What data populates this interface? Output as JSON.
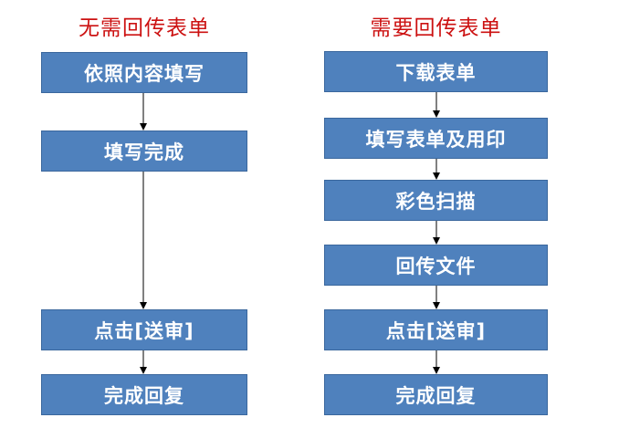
{
  "left_column": {
    "title": "无需回传表单",
    "steps": [
      "依照内容填写",
      "填写完成",
      "点击[送审]",
      "完成回复"
    ]
  },
  "right_column": {
    "title": "需要回传表单",
    "steps": [
      "下载表单",
      "填写表单及用印",
      "彩色扫描",
      "回传文件",
      "点击[送审]",
      "完成回复"
    ]
  },
  "colors": {
    "title": "#cc1111",
    "box_fill": "#4f81bd",
    "box_text": "#ffffff",
    "arrow": "#000000"
  }
}
